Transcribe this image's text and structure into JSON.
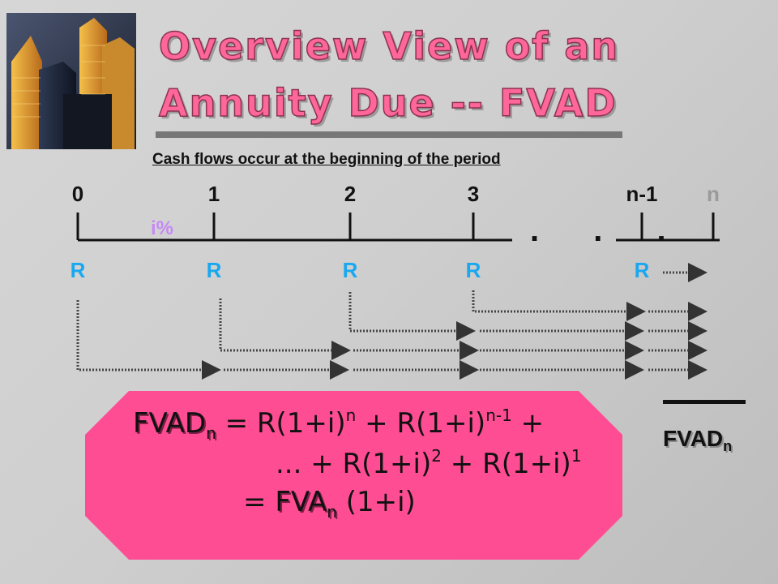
{
  "title": {
    "line1": "Overview View of an",
    "line2": "Annuity Due -- FVAD"
  },
  "subtitle": "Cash flows occur at the beginning of the period",
  "timeline": {
    "ticks": [
      "0",
      "1",
      "2",
      "3",
      "n-1",
      "n"
    ],
    "rate_label": "i%",
    "ellipsis": ". . .",
    "payments": [
      "R",
      "R",
      "R",
      "R",
      "R"
    ]
  },
  "formula": {
    "lhs": "FVAD",
    "lhs_sub": "n",
    "eq": "=",
    "line1_term1": "R(1+i)",
    "line1_exp1": "n",
    "line1_plus": "+",
    "line1_term2": "R(1+i)",
    "line1_exp2": "n-1",
    "line1_end": "+",
    "line2_start": "... + R(1+i)",
    "line2_exp1": "2",
    "line2_mid": "+ R(1+i)",
    "line2_exp2": "1",
    "line3_eq": "=",
    "line3_term": "FVA",
    "line3_sub": "n",
    "line3_end": "(1+i)"
  },
  "result": {
    "label": "FVAD",
    "sub": "n"
  },
  "colors": {
    "title": "#ff6699",
    "payment": "#19a8f0",
    "rate": "#c58af5",
    "formula_box": "#ff4d94"
  }
}
